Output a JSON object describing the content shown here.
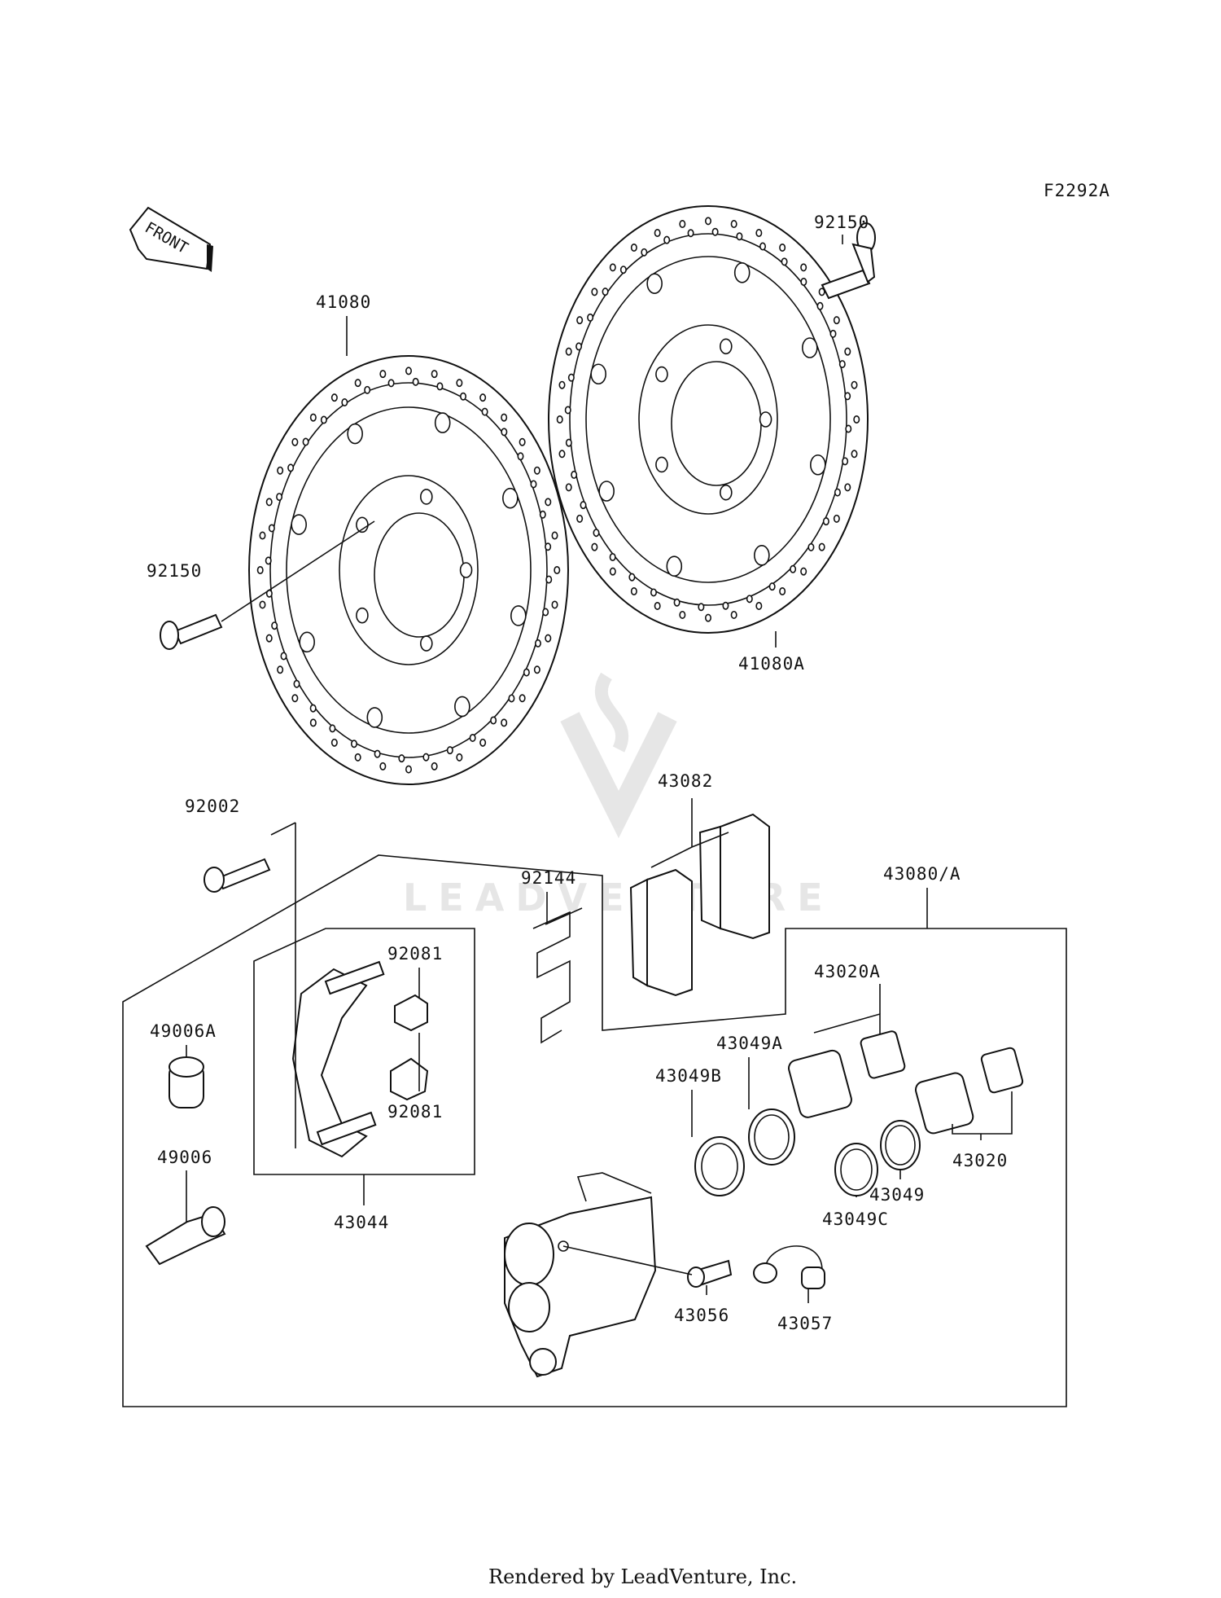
{
  "diagram_code": "F2292A",
  "front_label": "FRONT",
  "watermark": "LEADVENTURE",
  "footer": "Rendered by LeadVenture, Inc.",
  "parts": {
    "p41080": "41080",
    "p41080A": "41080A",
    "p92150_top": "92150",
    "p92150_left": "92150",
    "p92002": "92002",
    "p43082": "43082",
    "p92144": "92144",
    "p43080A": "43080/A",
    "p92081_top": "92081",
    "p92081_bot": "92081",
    "p43044": "43044",
    "p49006A": "49006A",
    "p49006": "49006",
    "p43020A": "43020A",
    "p43049A": "43049A",
    "p43049B": "43049B",
    "p43049": "43049",
    "p43049C": "43049C",
    "p43020": "43020",
    "p43056": "43056",
    "p43057": "43057"
  }
}
